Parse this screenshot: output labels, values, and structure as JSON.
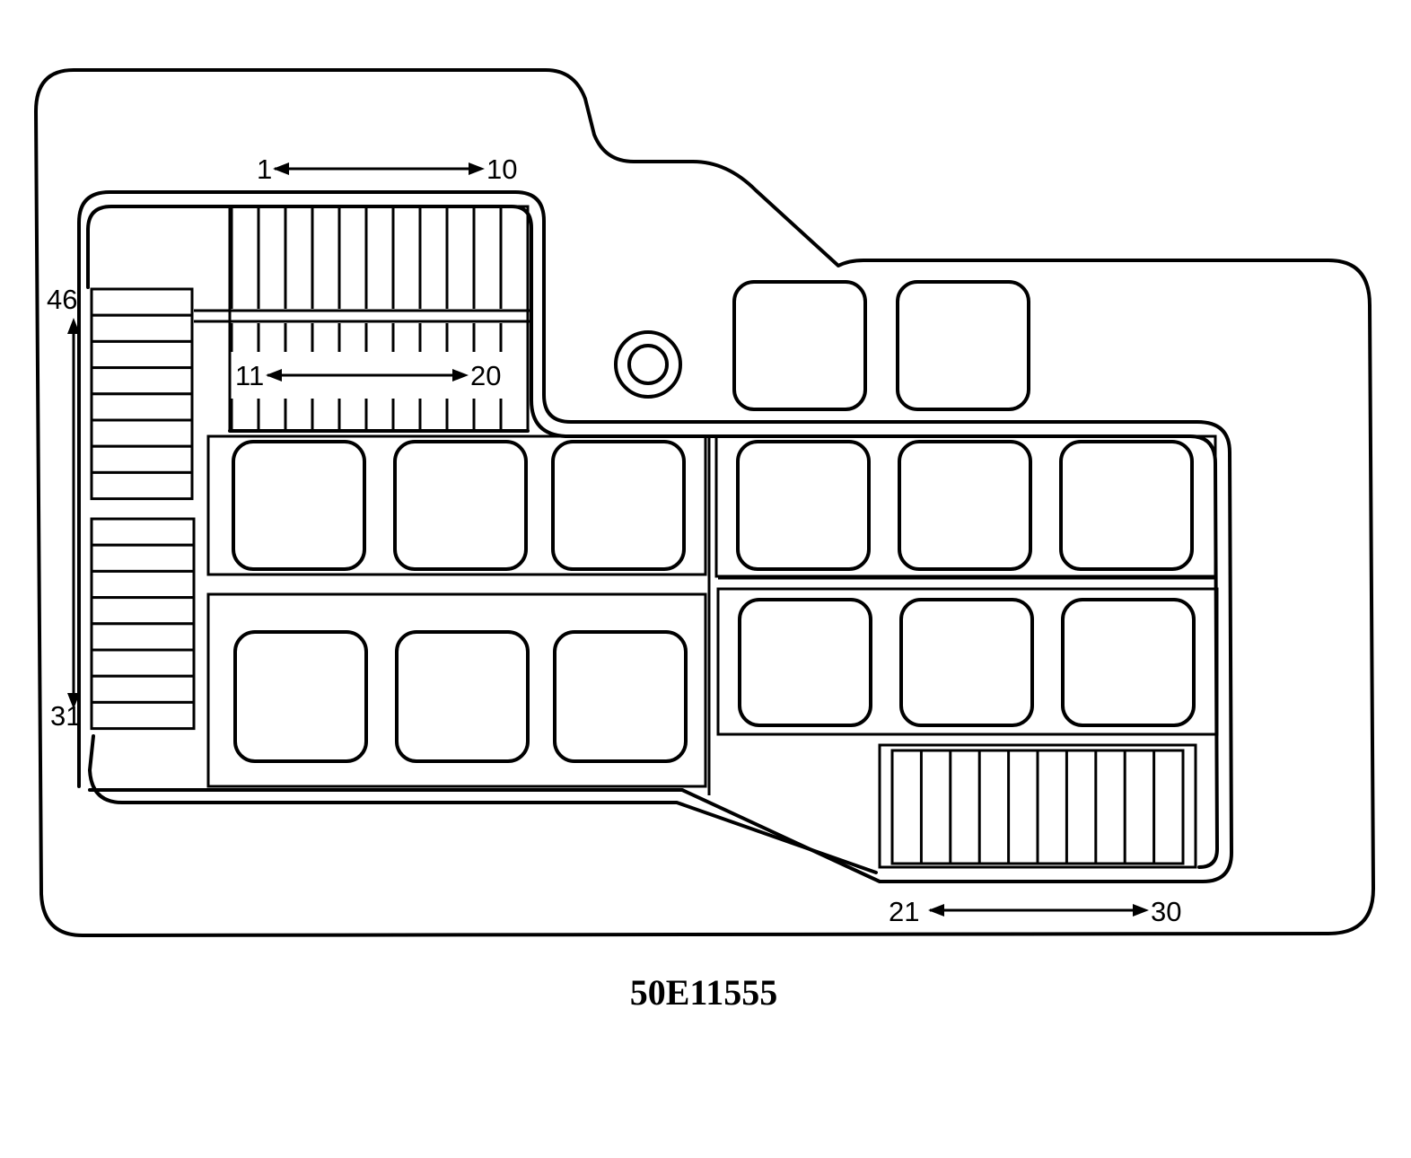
{
  "labels": {
    "top_start": "1",
    "top_end": "10",
    "mid_start": "11",
    "mid_end": "20",
    "bottom_start": "21",
    "bottom_end": "30",
    "left_bottom": "31",
    "left_top": "46"
  },
  "caption": "50E11555"
}
